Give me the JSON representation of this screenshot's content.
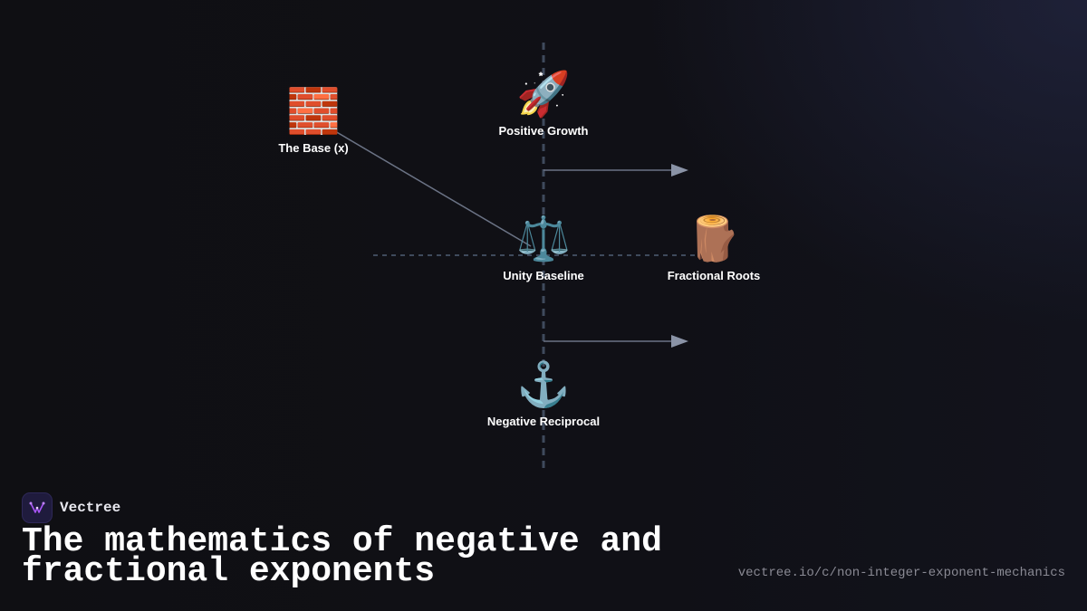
{
  "diagram": {
    "nodes": [
      {
        "id": "base",
        "emoji": "🧱",
        "label": "The Base (x)"
      },
      {
        "id": "positive",
        "emoji": "🚀",
        "label": "Positive Growth"
      },
      {
        "id": "unity",
        "emoji": "⚖️",
        "label": "Unity Baseline"
      },
      {
        "id": "fractional",
        "emoji": "🪵",
        "label": "Fractional Roots"
      },
      {
        "id": "negative",
        "emoji": "⚓",
        "label": "Negative Reciprocal"
      }
    ],
    "colors": {
      "axis": "#3f4a5c",
      "connector": "#6b7385",
      "arrow": "#8a93a6"
    }
  },
  "footer": {
    "brand_name": "Vectree",
    "brand_icon": "vectree-logo-icon",
    "title": "The mathematics of negative and fractional exponents",
    "url": "vectree.io/c/non-integer-exponent-mechanics"
  }
}
